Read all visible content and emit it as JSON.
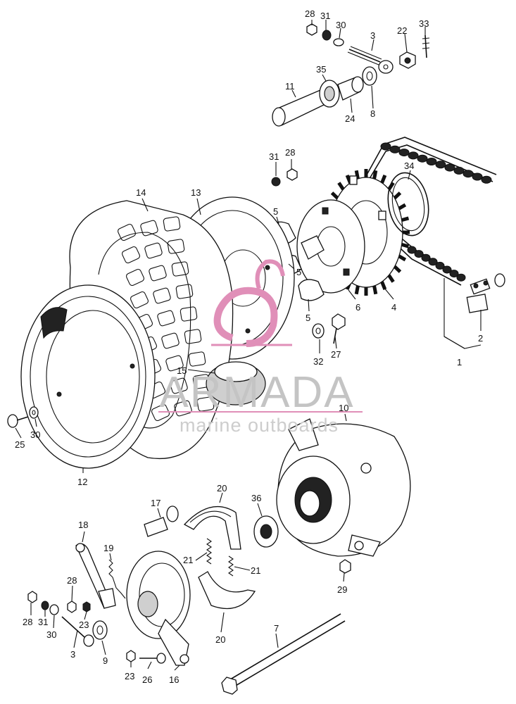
{
  "callouts": [
    {
      "id": "c28a",
      "text": "28"
    },
    {
      "id": "c31a",
      "text": "31"
    },
    {
      "id": "c30a",
      "text": "30"
    },
    {
      "id": "c3a",
      "text": "3"
    },
    {
      "id": "c22",
      "text": "22"
    },
    {
      "id": "c33",
      "text": "33"
    },
    {
      "id": "c11",
      "text": "11"
    },
    {
      "id": "c35",
      "text": "35"
    },
    {
      "id": "c24",
      "text": "24"
    },
    {
      "id": "c8",
      "text": "8"
    },
    {
      "id": "c31b",
      "text": "31"
    },
    {
      "id": "c28b",
      "text": "28"
    },
    {
      "id": "c34",
      "text": "34"
    },
    {
      "id": "c14",
      "text": "14"
    },
    {
      "id": "c13",
      "text": "13"
    },
    {
      "id": "c5a",
      "text": "5"
    },
    {
      "id": "c5b",
      "text": "5"
    },
    {
      "id": "c5c",
      "text": "5"
    },
    {
      "id": "c6",
      "text": "6"
    },
    {
      "id": "c4",
      "text": "4"
    },
    {
      "id": "c2",
      "text": "2"
    },
    {
      "id": "c1",
      "text": "1"
    },
    {
      "id": "c32",
      "text": "32"
    },
    {
      "id": "c27",
      "text": "27"
    },
    {
      "id": "c15",
      "text": "15"
    },
    {
      "id": "c10",
      "text": "10"
    },
    {
      "id": "c25",
      "text": "25"
    },
    {
      "id": "c30b",
      "text": "30"
    },
    {
      "id": "c12",
      "text": "12"
    },
    {
      "id": "c20a",
      "text": "20"
    },
    {
      "id": "c17",
      "text": "17"
    },
    {
      "id": "c36",
      "text": "36"
    },
    {
      "id": "c18",
      "text": "18"
    },
    {
      "id": "c19",
      "text": "19"
    },
    {
      "id": "c21a",
      "text": "21"
    },
    {
      "id": "c21b",
      "text": "21"
    },
    {
      "id": "c29",
      "text": "29"
    },
    {
      "id": "c28c",
      "text": "28"
    },
    {
      "id": "c23a",
      "text": "23"
    },
    {
      "id": "c28d",
      "text": "28"
    },
    {
      "id": "c31c",
      "text": "31"
    },
    {
      "id": "c30c",
      "text": "30"
    },
    {
      "id": "c3b",
      "text": "3"
    },
    {
      "id": "c9",
      "text": "9"
    },
    {
      "id": "c20b",
      "text": "20"
    },
    {
      "id": "c7",
      "text": "7"
    },
    {
      "id": "c23b",
      "text": "23"
    },
    {
      "id": "c26",
      "text": "26"
    },
    {
      "id": "c16",
      "text": "16"
    }
  ],
  "watermark": {
    "brand": "ARMADA",
    "tagline": "marine outboards",
    "accent_color": "#e08fb8"
  }
}
